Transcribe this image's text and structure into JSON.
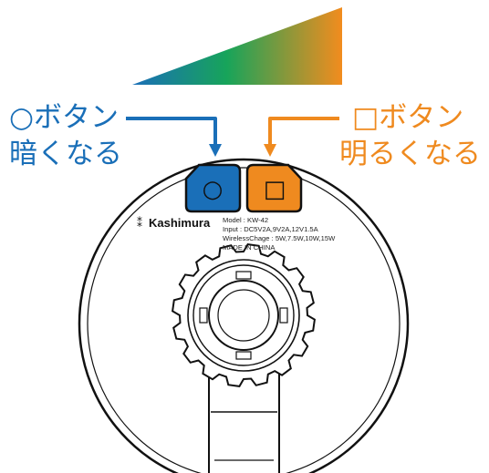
{
  "gradient": {
    "from_color": "#1a6fb8",
    "mid_color": "#17a45a",
    "to_color": "#f28c1e"
  },
  "left_label": {
    "line1": "○ボタン",
    "line2": "暗くなる",
    "color": "#1a6fb8"
  },
  "right_label": {
    "line1": "□ボタン",
    "line2": "明るくなる",
    "color": "#ef8a1f"
  },
  "buttons": {
    "circle": {
      "symbol": "○",
      "color": "#1a6fb8"
    },
    "square": {
      "symbol": "□",
      "color": "#ef8a1f"
    }
  },
  "device": {
    "brand": "Kashimura",
    "specs": [
      "Model : KW-42",
      "Input : DC5V2A,9V2A,12V1.5A",
      "WirelessChage : 5W,7.5W,10W,15W",
      "MADE IN CHINA"
    ]
  }
}
